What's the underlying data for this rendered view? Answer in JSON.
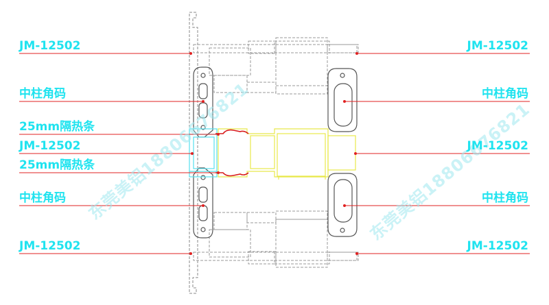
{
  "colors": {
    "label_text": "#1fe3ef",
    "leader_line": "#e02020",
    "profile_gray": "#8a8a8a",
    "thermal_break": "#d81b1b",
    "frame_yellow": "#e8e84a",
    "glass_cyan": "#55e0ee",
    "watermark": "#9fe8f0"
  },
  "left_labels": [
    {
      "text": "JM-12502"
    },
    {
      "text": "中柱角码"
    },
    {
      "text": "25mm隔热条"
    },
    {
      "text": "JM-12502"
    },
    {
      "text": "25mm隔热条"
    },
    {
      "text": "中柱角码"
    },
    {
      "text": "JM-12502"
    }
  ],
  "right_labels": [
    {
      "text": "JM-12502"
    },
    {
      "text": "中柱角码"
    },
    {
      "text": "JM-12502"
    },
    {
      "text": "中柱角码"
    },
    {
      "text": "JM-12502"
    }
  ],
  "watermark": {
    "text": "东莞美铝18806676821"
  }
}
